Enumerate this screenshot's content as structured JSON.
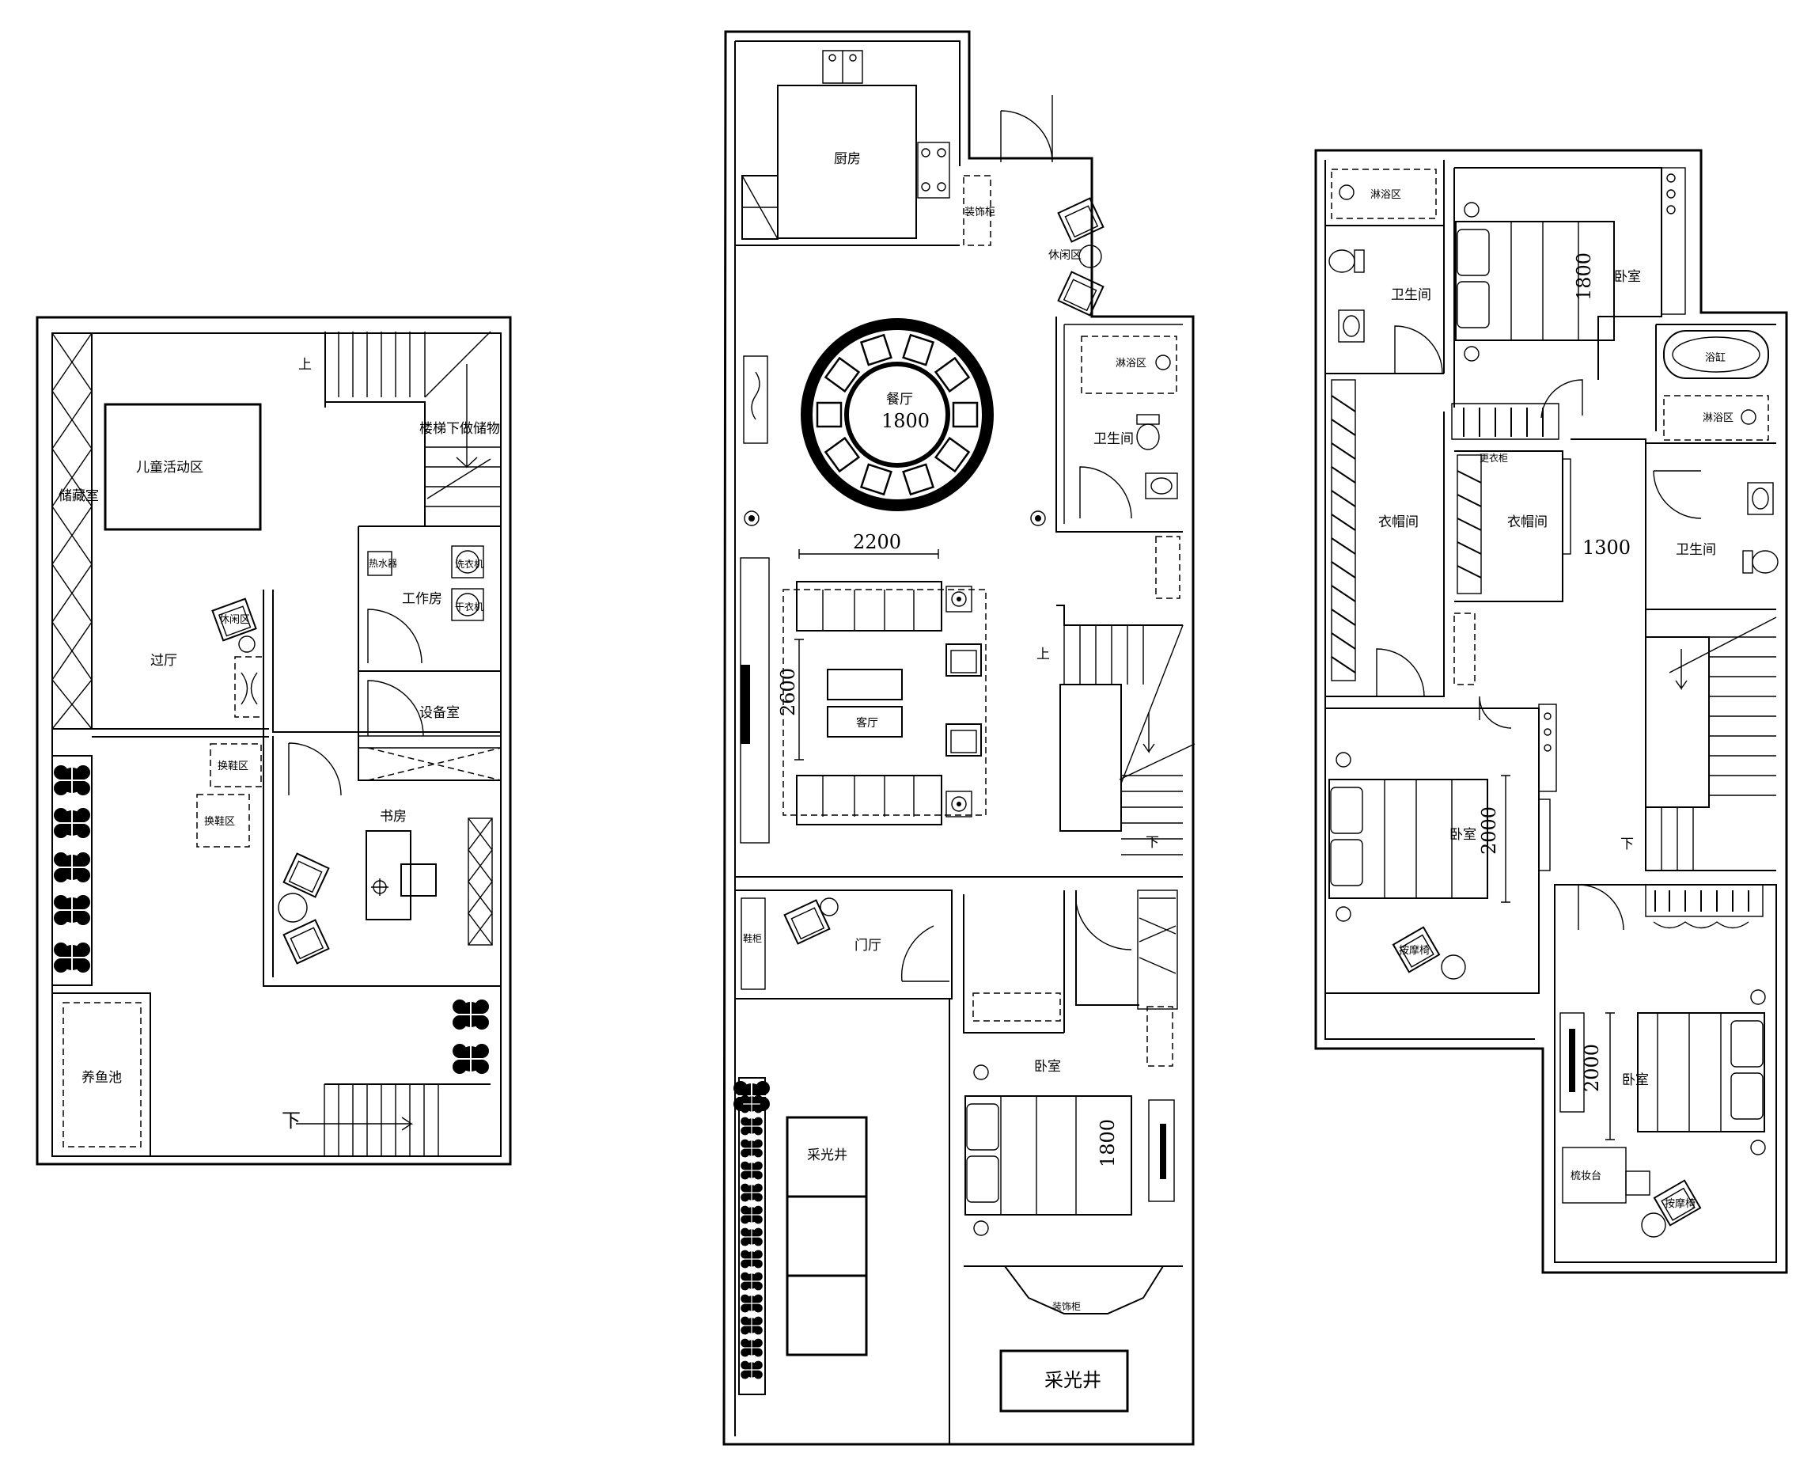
{
  "plans": [
    {
      "id": "basement",
      "rooms": [
        {
          "key": "kids",
          "label": "儿童活动区"
        },
        {
          "key": "hall",
          "label": "过厅"
        },
        {
          "key": "storage",
          "label": "储藏室"
        },
        {
          "key": "leisure",
          "label": "休闲区"
        },
        {
          "key": "work",
          "label": "工作房"
        },
        {
          "key": "heater",
          "label": "热水器"
        },
        {
          "key": "washer",
          "label": "洗衣机"
        },
        {
          "key": "dryer",
          "label": "干衣机"
        },
        {
          "key": "equip",
          "label": "设备室"
        },
        {
          "key": "study",
          "label": "书房"
        },
        {
          "key": "change",
          "label": "换鞋区"
        },
        {
          "key": "change2",
          "label": "换鞋区"
        },
        {
          "key": "pool",
          "label": "养鱼池"
        },
        {
          "key": "stairs",
          "label": "楼梯下做储物"
        }
      ],
      "stairs": {
        "up": "上",
        "down": "下"
      }
    },
    {
      "id": "ground",
      "rooms": [
        {
          "key": "kitchen",
          "label": "厨房"
        },
        {
          "key": "decor",
          "label": "装饰柜"
        },
        {
          "key": "lounge",
          "label": "休闲区"
        },
        {
          "key": "dining",
          "label": "餐厅"
        },
        {
          "key": "shower",
          "label": "淋浴区"
        },
        {
          "key": "bath",
          "label": "卫生间"
        },
        {
          "key": "living",
          "label": "客厅"
        },
        {
          "key": "foyer",
          "label": "门厅"
        },
        {
          "key": "shoe",
          "label": "鞋柜"
        },
        {
          "key": "bedroom",
          "label": "卧室"
        },
        {
          "key": "light1",
          "label": "采光井"
        },
        {
          "key": "light2",
          "label": "采光井"
        },
        {
          "key": "bay",
          "label": "装饰柜"
        }
      ],
      "dims": {
        "table": "1800",
        "sofa_w": "2200",
        "sofa_d": "2600",
        "bed": "1800"
      },
      "stairs": {
        "up": "上",
        "down": "下"
      }
    },
    {
      "id": "upper",
      "rooms": [
        {
          "key": "shower1",
          "label": "淋浴区"
        },
        {
          "key": "bath1",
          "label": "卫生间"
        },
        {
          "key": "bed1",
          "label": "卧室"
        },
        {
          "key": "tub",
          "label": "浴缸"
        },
        {
          "key": "shower2",
          "label": "淋浴区"
        },
        {
          "key": "closet1",
          "label": "衣帽间"
        },
        {
          "key": "closet2",
          "label": "衣帽间"
        },
        {
          "key": "cabinet",
          "label": "更衣柜"
        },
        {
          "key": "bath2",
          "label": "卫生间"
        },
        {
          "key": "bed2",
          "label": "卧室"
        },
        {
          "key": "bed3",
          "label": "卧室"
        },
        {
          "key": "massage1",
          "label": "按摩椅"
        },
        {
          "key": "massage2",
          "label": "按摩椅"
        },
        {
          "key": "desk",
          "label": "梳妆台"
        }
      ],
      "dims": {
        "bed1": "1800",
        "corridor": "1300",
        "bed2": "2000",
        "bed3": "2000"
      },
      "stairs": {
        "down": "下"
      }
    }
  ]
}
